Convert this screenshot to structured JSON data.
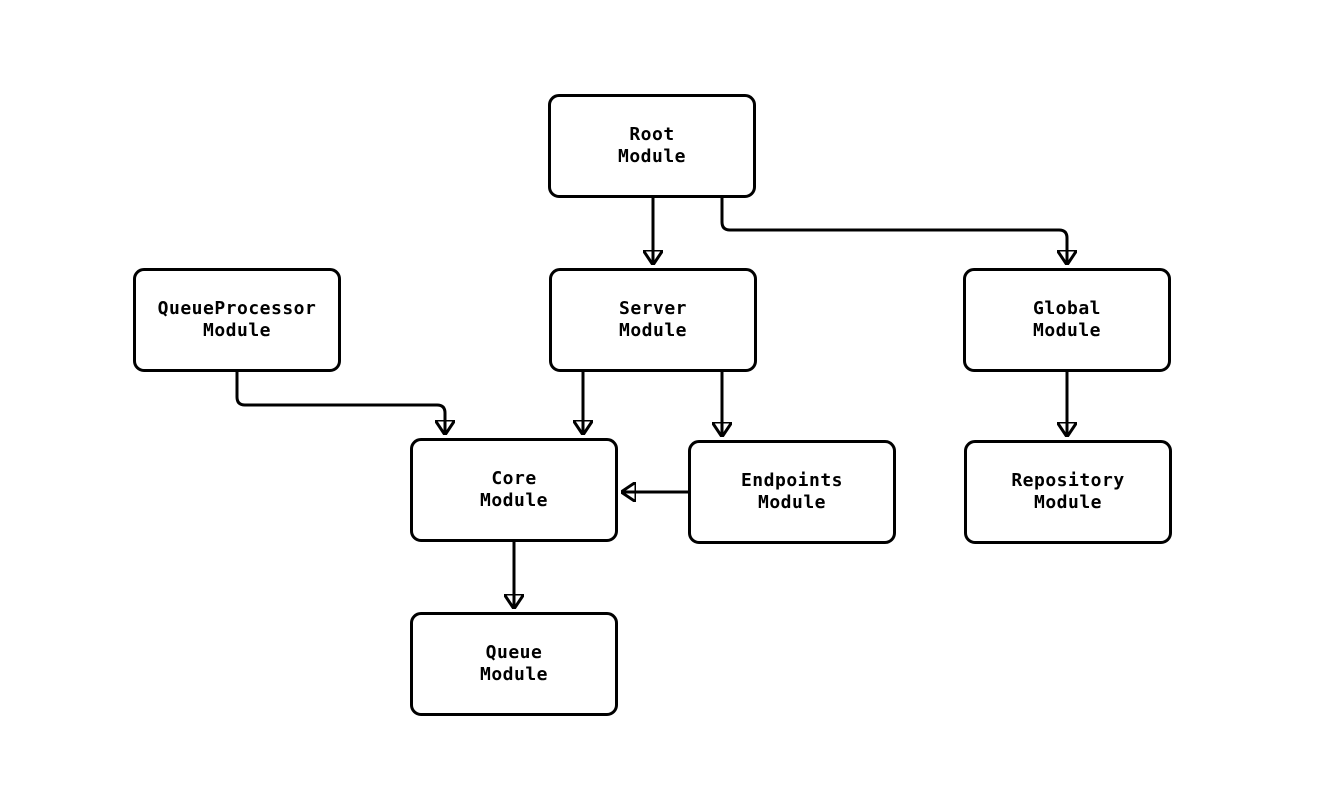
{
  "diagram": {
    "type": "module-dependency-flowchart",
    "background_color": "#ffffff",
    "stroke_color": "#000000",
    "nodes": {
      "root": {
        "line1": "Root",
        "line2": "Module"
      },
      "queueprocessor": {
        "line1": "QueueProcessor",
        "line2": "Module"
      },
      "server": {
        "line1": "Server",
        "line2": "Module"
      },
      "global": {
        "line1": "Global",
        "line2": "Module"
      },
      "core": {
        "line1": "Core",
        "line2": "Module"
      },
      "endpoints": {
        "line1": "Endpoints",
        "line2": "Module"
      },
      "repository": {
        "line1": "Repository",
        "line2": "Module"
      },
      "queue": {
        "line1": "Queue",
        "line2": "Module"
      }
    },
    "edges": [
      {
        "from": "Root Module",
        "to": "Server Module"
      },
      {
        "from": "Root Module",
        "to": "Global Module"
      },
      {
        "from": "QueueProcessor Module",
        "to": "Core Module"
      },
      {
        "from": "Server Module",
        "to": "Core Module"
      },
      {
        "from": "Server Module",
        "to": "Endpoints Module"
      },
      {
        "from": "Endpoints Module",
        "to": "Core Module"
      },
      {
        "from": "Global Module",
        "to": "Repository Module"
      },
      {
        "from": "Core Module",
        "to": "Queue Module"
      }
    ]
  }
}
